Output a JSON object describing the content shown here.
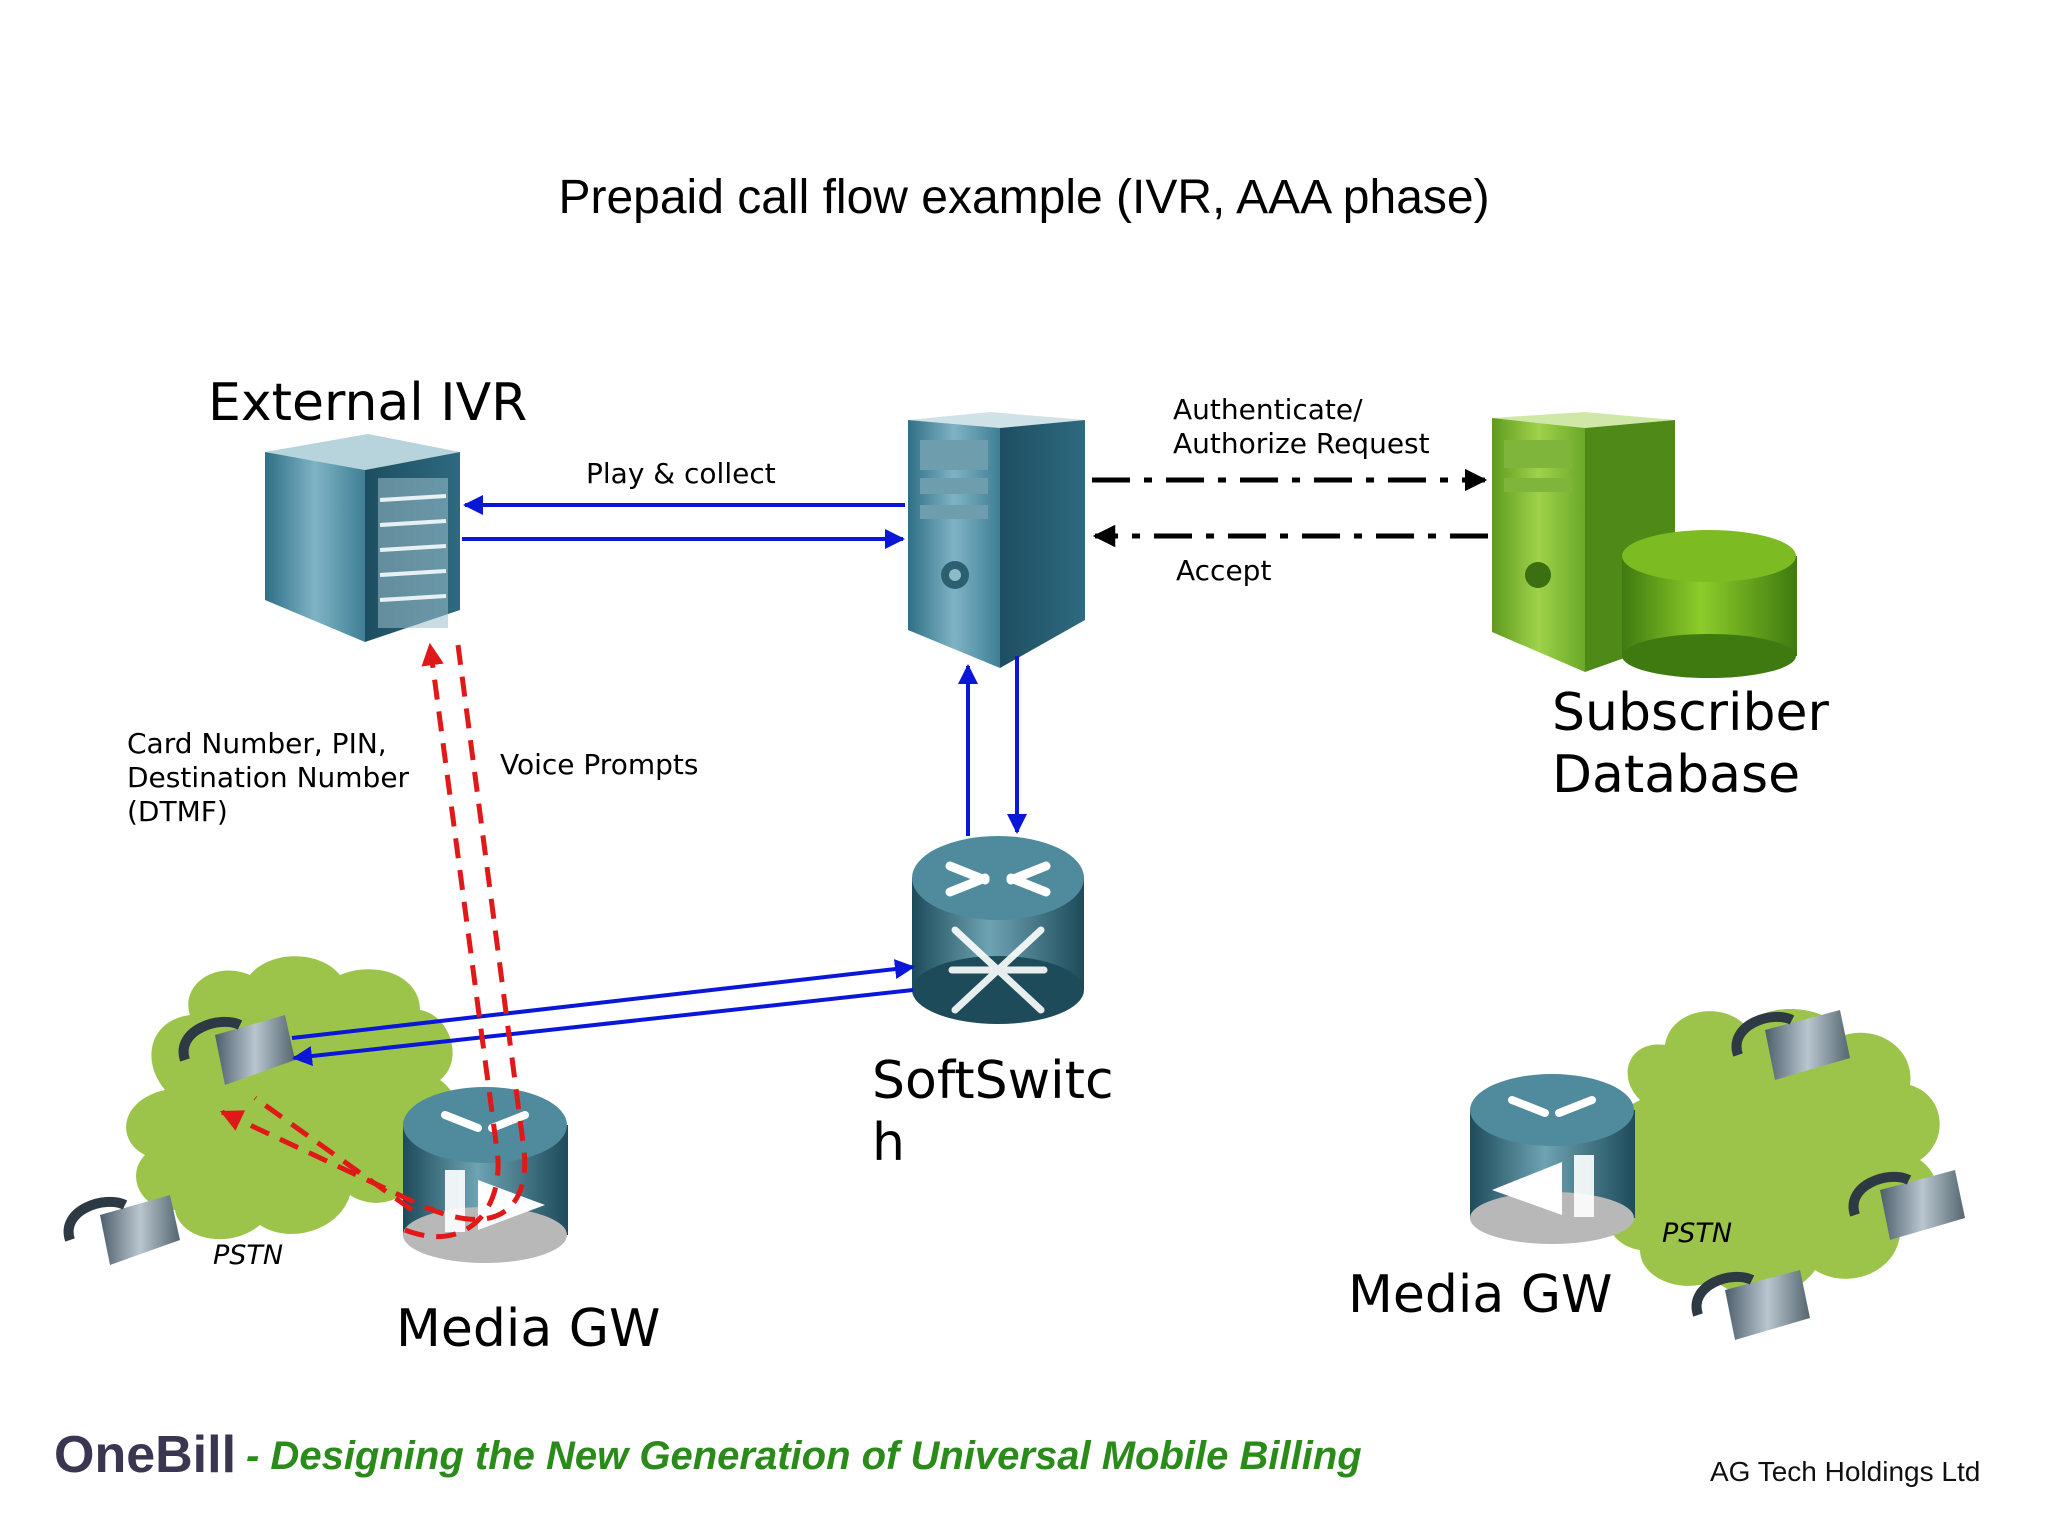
{
  "title": "Prepaid call flow example (IVR, AAA phase)",
  "nodes": {
    "external_ivr": "External IVR",
    "subscriber_db_line1": "Subscriber",
    "subscriber_db_line2": "Database",
    "softswitch_line1": "SoftSwitc",
    "softswitch_line2": "h",
    "media_gw_left": "Media GW",
    "media_gw_right": "Media GW",
    "pstn_left": "PSTN",
    "pstn_right": "PSTN"
  },
  "edge_labels": {
    "play_collect": "Play & collect",
    "auth_line1": "Authenticate/",
    "auth_line2": "Authorize Request",
    "accept": "Accept",
    "card_line1": "Card Number, PIN,",
    "card_line2": "Destination Number",
    "card_line3": "(DTMF)",
    "voice_prompts": "Voice Prompts"
  },
  "footer": {
    "brand": "OneBill",
    "tagline": "- Designing the New Generation of Universal Mobile Billing",
    "company": "AG Tech Holdings Ltd"
  },
  "colors": {
    "control_flow": "#0a17d6",
    "media_flow": "#e01818",
    "aaa_flow": "#000000",
    "cloud": "#9cc44a",
    "brand": "#3a3550",
    "tagline": "#2a8a1a"
  }
}
